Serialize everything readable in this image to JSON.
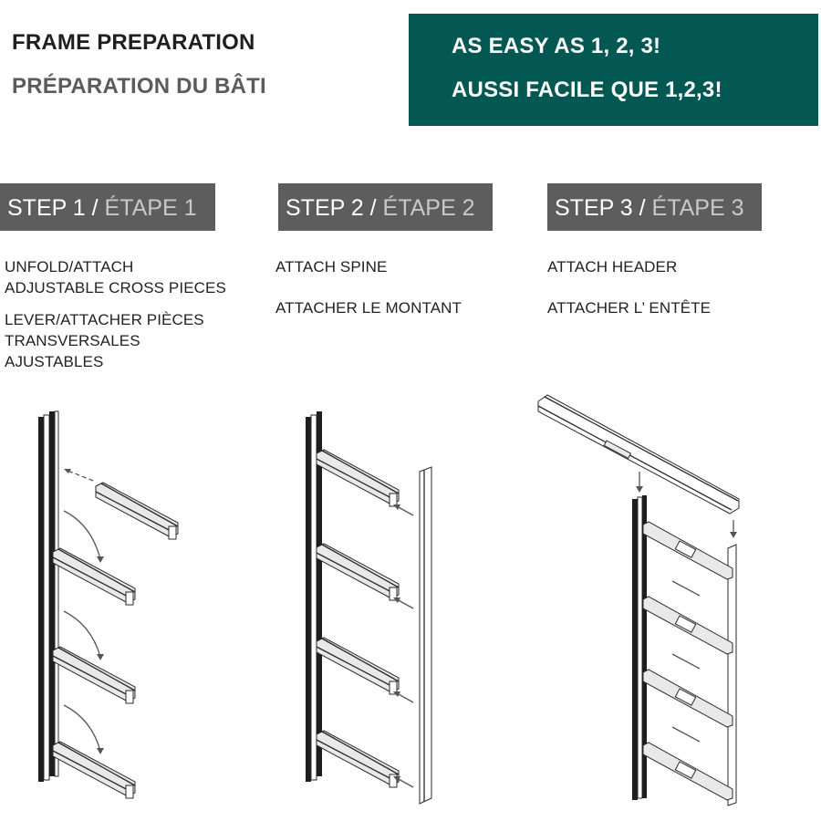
{
  "header": {
    "title_en": "FRAME PREPARATION",
    "title_fr": "PRÉPARATION DU BÂTI"
  },
  "banner": {
    "line_en": "AS EASY AS 1, 2, 3!",
    "line_fr": "AUSSI FACILE QUE 1,2,3!",
    "background_color": "#045853"
  },
  "steps": [
    {
      "label_en": "STEP 1 /",
      "label_fr": " ÉTAPE 1",
      "instruction_en": [
        "UNFOLD/ATTACH",
        "ADJUSTABLE CROSS PIECES"
      ],
      "instruction_fr": [
        "LEVER/ATTACHER PIÈCES",
        "TRANSVERSALES",
        "AJUSTABLES"
      ],
      "illustration": "frame-unfold-cross-pieces-diagram"
    },
    {
      "label_en": "STEP 2 /",
      "label_fr": " ÉTAPE 2",
      "instruction_en": [
        "ATTACH SPINE"
      ],
      "instruction_fr": [
        "ATTACHER LE MONTANT"
      ],
      "illustration": "frame-attach-spine-diagram"
    },
    {
      "label_en": "STEP 3 /",
      "label_fr": " ÉTAPE 3",
      "instruction_en": [
        "ATTACH HEADER"
      ],
      "instruction_fr": [
        "ATTACHER L’ ENTÊTE"
      ],
      "illustration": "frame-attach-header-diagram"
    }
  ],
  "colors": {
    "step_badge": "#5d5d5d",
    "step_badge_fr_text": "#c8c8c8",
    "title_en": "#1f1f1f",
    "title_fr": "#5b5b5b"
  }
}
